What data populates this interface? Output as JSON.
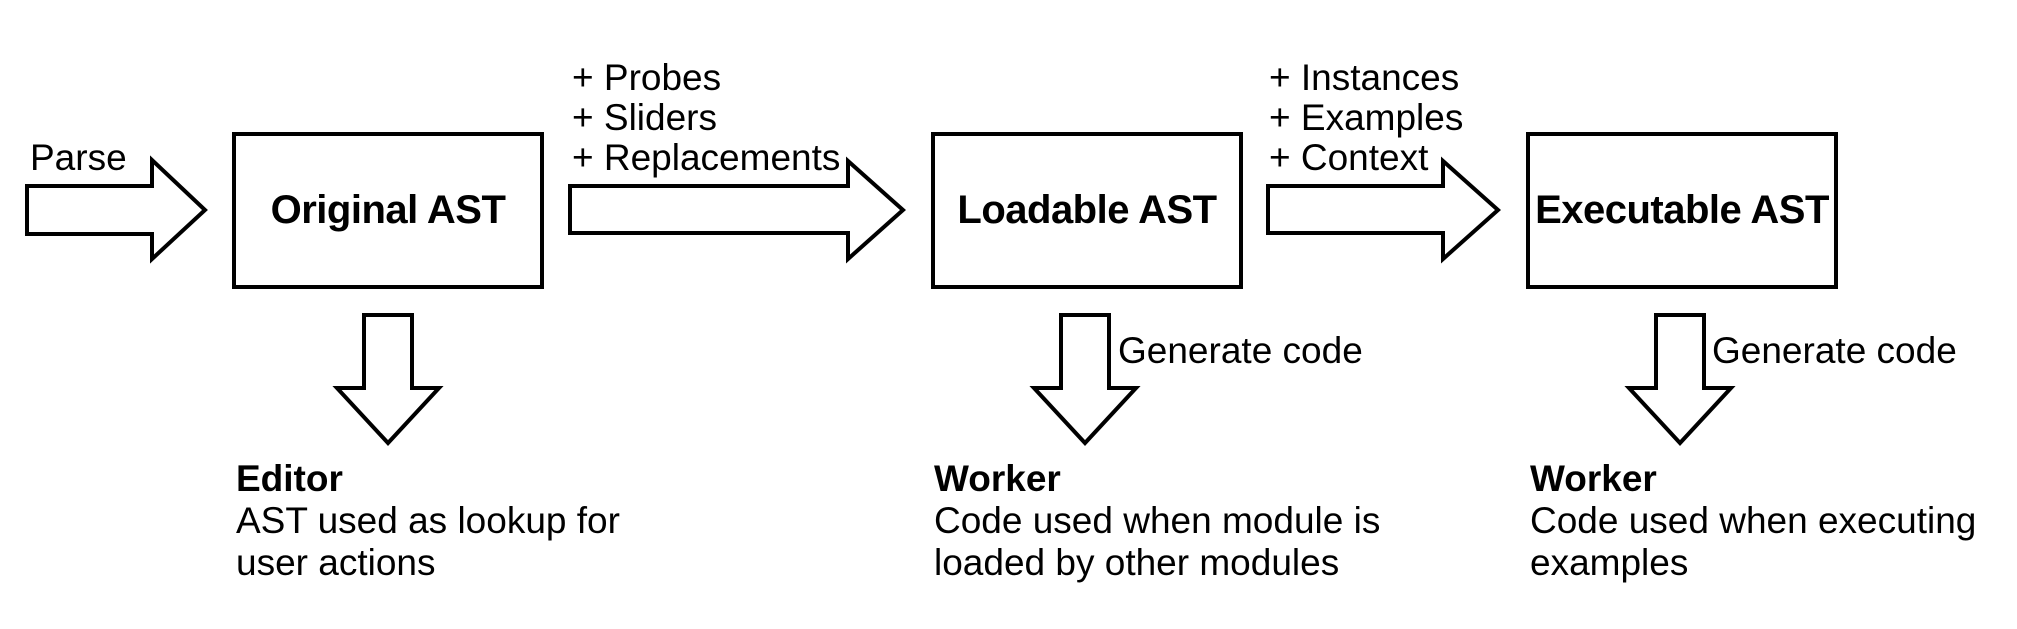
{
  "diagram": {
    "colors": {
      "ink": "#000000",
      "background": "#ffffff"
    },
    "parse_arrow": {
      "label": "Parse",
      "shape": "right-arrow"
    },
    "stages": [
      {
        "label": "Original AST"
      },
      {
        "label": "Loadable AST"
      },
      {
        "label": "Executable AST"
      }
    ],
    "transitions": [
      {
        "shape": "right-arrow",
        "additions": [
          "+ Probes",
          "+ Sliders",
          "+ Replacements"
        ]
      },
      {
        "shape": "right-arrow",
        "additions": [
          "+ Instances",
          "+ Examples",
          "+ Context"
        ]
      }
    ],
    "outputs": [
      {
        "shape": "down-arrow",
        "arrow_label": "",
        "title": "Editor",
        "description": [
          "AST used as lookup for",
          "user actions"
        ]
      },
      {
        "shape": "down-arrow",
        "arrow_label": "Generate code",
        "title": "Worker",
        "description": [
          "Code used when module is",
          "loaded by other modules"
        ]
      },
      {
        "shape": "down-arrow",
        "arrow_label": "Generate code",
        "title": "Worker",
        "description": [
          "Code used when executing",
          "examples"
        ]
      }
    ]
  }
}
